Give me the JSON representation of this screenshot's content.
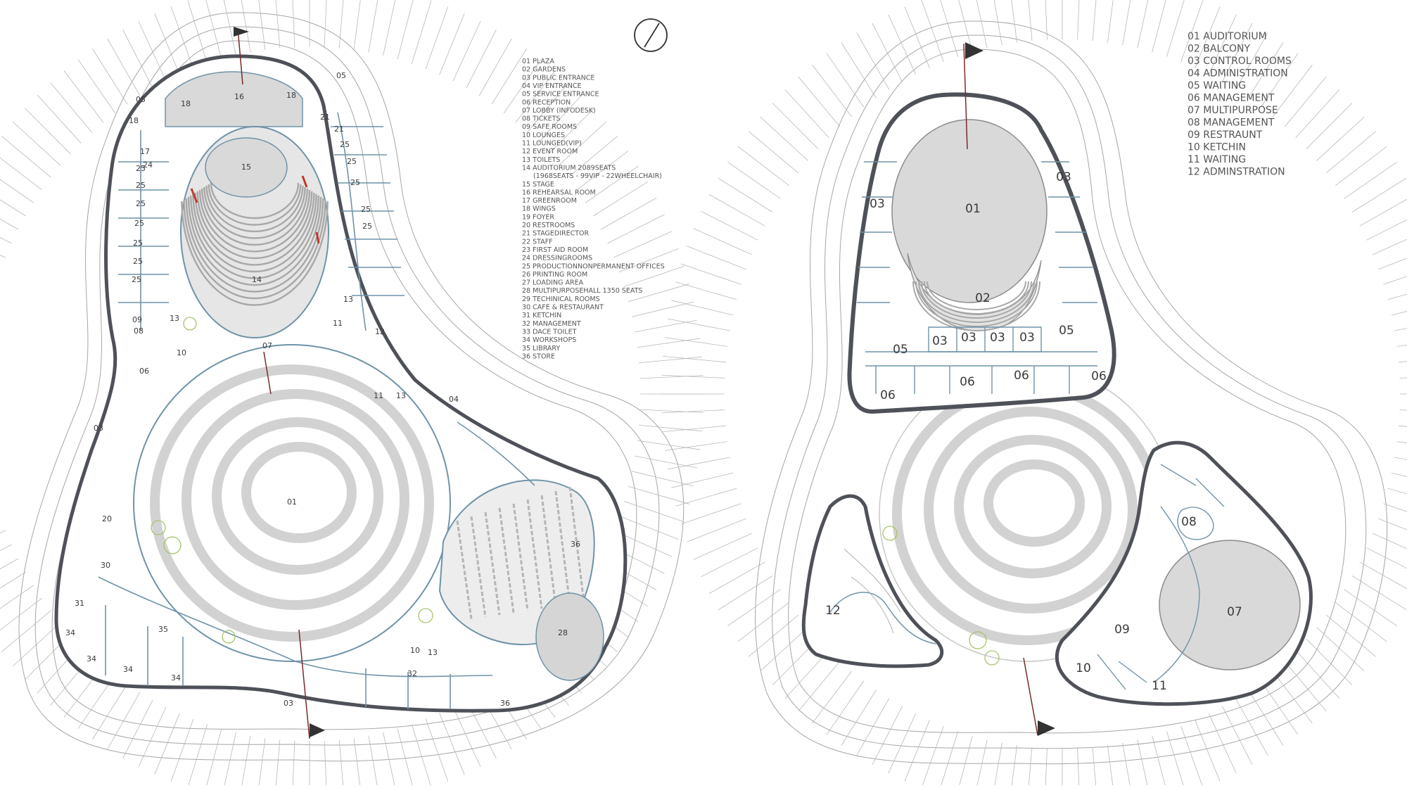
{
  "colors": {
    "wall": "#4e5158",
    "fine_line": "#9a9a9a",
    "floor_fill": "#d9d9d9",
    "interior_line": "#6f93a8",
    "seat_fill": "#bdbdbd",
    "accent_red": "#c0392b",
    "tree": "#a7c46a",
    "label": "#3a3a3a"
  },
  "icons": {
    "north_arrow": "north-arrow-icon",
    "flag": "flag-marker-icon"
  },
  "left_plan": {
    "legend": [
      "01 PLAZA",
      "02 GARDENS",
      "03 PUBLIC ENTRANCE",
      "04 VIP ENTRANCE",
      "05 SERVICE ENTRANCE",
      "06 RECEPTION",
      "07 LOBBY (INFODESK)",
      "08 TICKETS",
      "09 SAFE ROOMS",
      "10 LOUNGES",
      "11 LOUNGED(VIP)",
      "12 EVENT ROOM",
      "13 TOILETS",
      "14 AUDITORIUM 2089SEATS",
      "(1968SEATS - 99VIP - 22WHEELCHAIR)",
      "15 STAGE",
      "16 REHEARSAL ROOM",
      "17 GREENROOM",
      "18 WINGS",
      "19 FOYER",
      "20 RESTROOMS",
      "21 STAGEDIRECTOR",
      "22 STAFF",
      "23 FIRST AID ROOM",
      "24 DRESSINGROOMS",
      "25 PRODUCTIONNONPERMANENT OFFICES",
      "26 PRINTING ROOM",
      "27 LOADING AREA",
      "28 MULTIPURPOSEHALL 1350 SEATS",
      "29 TECHINICAL ROOMS",
      "30 CAFE & RESTAURANT",
      "31 KETCHIN",
      "32 MANAGEMENT",
      "33 DACE TOILET",
      "34 WORKSHOPS",
      "35 LIBRARY",
      "36 STORE"
    ],
    "rooms": [
      "01",
      "03",
      "03",
      "04",
      "05",
      "05",
      "06",
      "07",
      "08",
      "09",
      "10",
      "10",
      "11",
      "11",
      "12",
      "13",
      "13",
      "13",
      "13",
      "14",
      "15",
      "16",
      "17",
      "18",
      "18",
      "18",
      "20",
      "21",
      "21",
      "24",
      "25",
      "25",
      "25",
      "25",
      "25",
      "25",
      "25",
      "25",
      "25",
      "25",
      "25",
      "25",
      "28",
      "30",
      "31",
      "32",
      "34",
      "34",
      "34",
      "34",
      "35",
      "36",
      "36"
    ]
  },
  "right_plan": {
    "legend": [
      "01 AUDITORIUM",
      "02 BALCONY",
      "03 CONTROL ROOMS",
      "04 ADMINISTRATION",
      "05 WAITING",
      "06 MANAGEMENT",
      "07 MULTIPURPOSE",
      "08 MANAGEMENT",
      "09 RESTRAUNT",
      "10 KETCHIN",
      "11 WAITING",
      "12 ADMINSTRATION"
    ],
    "rooms": [
      "01",
      "02",
      "03",
      "03",
      "03",
      "03",
      "03",
      "03",
      "05",
      "05",
      "06",
      "06",
      "06",
      "06",
      "07",
      "08",
      "09",
      "10",
      "11",
      "12"
    ]
  }
}
